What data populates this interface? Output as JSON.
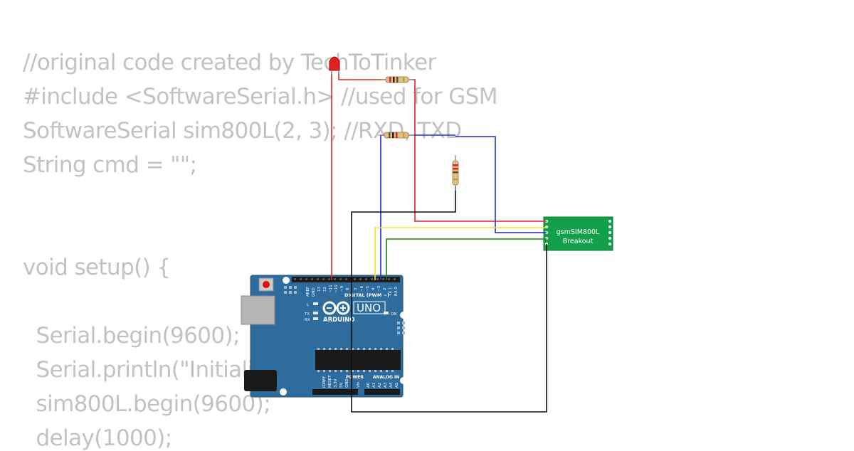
{
  "code": {
    "lines": [
      "//original code created by TechToTinker",
      "#include <SoftwareSerial.h> //used for GSM",
      "SoftwareSerial sim800L(2, 3); //RXD, TXD",
      "String cmd = \"\";",
      "",
      "",
      "void setup() {",
      "",
      "  Serial.begin(9600);",
      "  Serial.println(\"Initializing...\");",
      "  sim800L.begin(9600);",
      "  delay(1000);"
    ]
  },
  "arduino": {
    "logo": "ARDUINO",
    "model": "UNO",
    "digital_header": "DIGITAL (PWM ~)",
    "power_header": "POWER",
    "analog_header": "ANALOG IN",
    "led_l": "L",
    "led_tx": "TX",
    "led_rx": "RX",
    "led_on": "ON",
    "aref": "AREF",
    "gnd": "GND",
    "pin_13": "13",
    "pin_12": "12",
    "pin_11": "~11",
    "pin_10": "~10",
    "pin_9": "~9",
    "pin_8": "8",
    "pin_7": "7",
    "pin_6": "~6",
    "pin_5": "~5",
    "pin_4": "4",
    "pin_3": "~3",
    "pin_2": "2",
    "pin_tx1": "TX 1",
    "pin_rx0": "RX 0",
    "ioref": "IOREF",
    "reset": "RESET",
    "v33": "3.3V",
    "v5": "5V",
    "gnd2": "GND",
    "vin": "Vin",
    "a0": "A0",
    "a1": "A1",
    "a2": "A2",
    "a3": "A3",
    "a4": "A4",
    "a5": "A5"
  },
  "gsm": {
    "line1": "gsmSIM800L",
    "line2": "Breakout"
  },
  "colors": {
    "board": "#2e6c9e",
    "module": "#13a04a",
    "wire_red": "#e02424",
    "wire_blue": "#1f2fbf",
    "wire_yellow": "#f2e325",
    "wire_green": "#1d7d1d",
    "wire_black": "#111111",
    "code_text": "#c2c2c2"
  }
}
